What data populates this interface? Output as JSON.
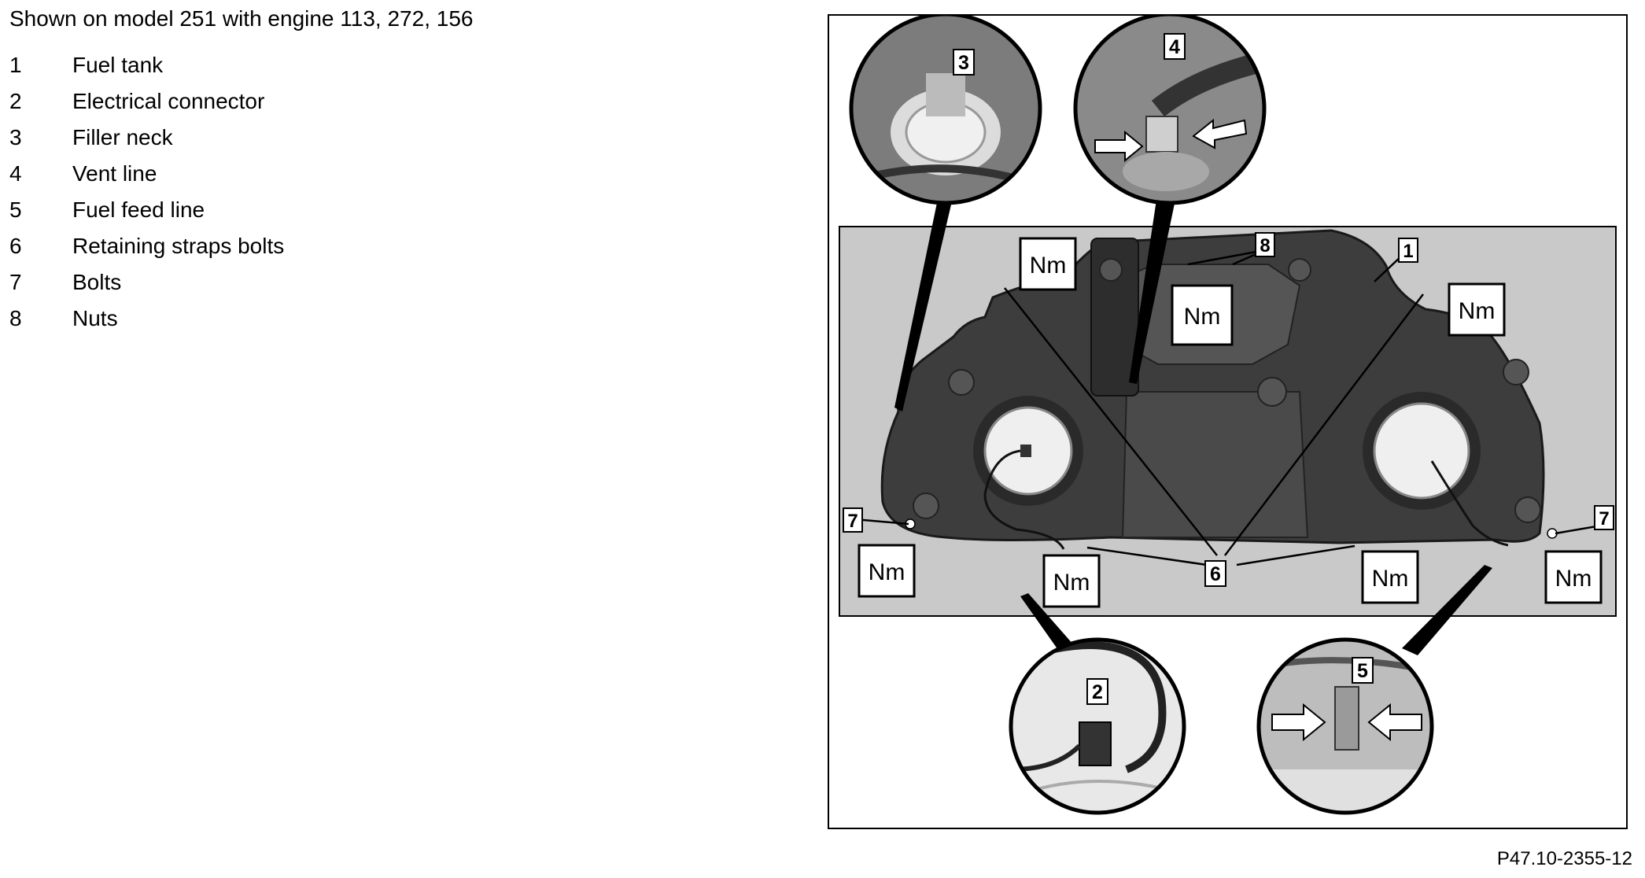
{
  "document": {
    "heading": "Shown on model 251 with engine 113, 272, 156",
    "legend": [
      {
        "num": "1",
        "label": "Fuel tank"
      },
      {
        "num": "2",
        "label": "Electrical connector"
      },
      {
        "num": "3",
        "label": "Filler neck"
      },
      {
        "num": "4",
        "label": "Vent line"
      },
      {
        "num": "5",
        "label": "Fuel feed line"
      },
      {
        "num": "6",
        "label": "Retaining straps bolts"
      },
      {
        "num": "7",
        "label": "Bolts"
      },
      {
        "num": "8",
        "label": "Nuts"
      }
    ],
    "figure_ref": "P47.10-2355-12"
  },
  "figure": {
    "callouts": {
      "c1": "1",
      "c2": "2",
      "c3": "3",
      "c4": "4",
      "c5": "5",
      "c6": "6",
      "c7": "7",
      "c8": "8"
    },
    "torque_label": "Nm"
  },
  "colors": {
    "panel": "#c9c9c9",
    "tank": "#3a3a3a",
    "frame": "#000000"
  }
}
